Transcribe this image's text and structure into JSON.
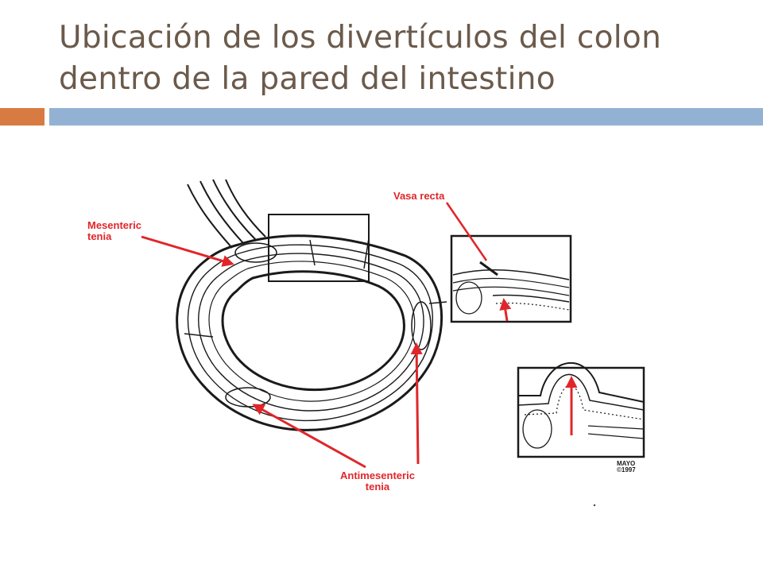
{
  "slide": {
    "title_line1": "Ubicación de los divertículos del colon",
    "title_line2": "dentro de la pared del intestino",
    "accent_color": "#d87b43",
    "bar_color": "#93b2d3",
    "title_color": "#6b5a4b"
  },
  "diagram": {
    "label_color": "#e0262a",
    "arrow_color": "#e0262a",
    "line_color": "#1a1a1a",
    "labels": {
      "mesenteric_line1": "Mesenteric",
      "mesenteric_line2": "tenia",
      "vasa_recta": "Vasa recta",
      "antimesenteric_line1": "Antimesenteric",
      "antimesenteric_line2": "tenia",
      "signature_line1": "MAYO",
      "signature_line2": "©1997"
    }
  }
}
